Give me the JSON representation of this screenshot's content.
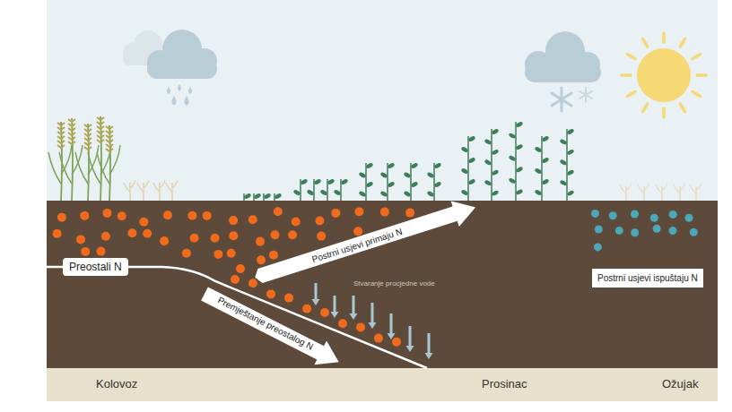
{
  "diagram": {
    "nodes": [
      {
        "text": [
          "Preostali N"
        ]
      },
      {
        "text": [
          "Postrni usjevi ispuštaju N"
        ]
      }
    ],
    "labels": [
      "Postrni usjevi primaju N",
      "Premještanje preostalog N",
      "Stvaranje procjedne vode",
      "Kolovoz",
      "Prosinac",
      "Ožujak"
    ]
  }
}
